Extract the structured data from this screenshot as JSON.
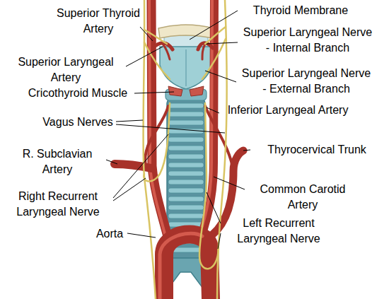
{
  "diagram": {
    "labels": [
      "Superior Thyroid Artery",
      "Thyroid Membrane",
      "Superior Laryngeal Nerve - Internal Branch",
      "Superior Laryngeal Artery",
      "Superior Laryngeal Nerve - External Branch",
      "Cricothyroid Muscle",
      "Vagus Nerves",
      "Inferior Laryngeal Artery",
      "R. Subclavian Artery",
      "Thyrocervical Trunk",
      "Right Recurrent Laryngeal Nerve",
      "Common Carotid Artery",
      "Aorta",
      "Left Recurrent Laryngeal Nerve"
    ]
  }
}
